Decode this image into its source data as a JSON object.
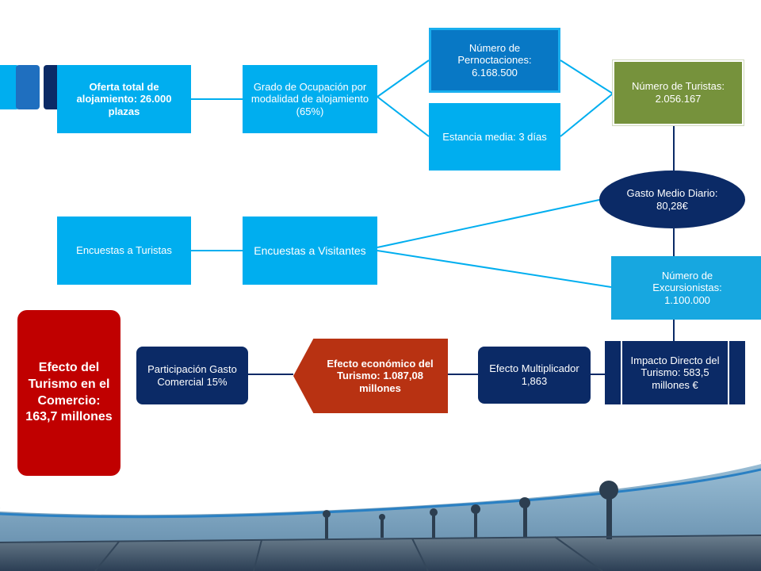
{
  "nodes": {
    "oferta": "Oferta total de alojamiento: 26.000 plazas",
    "ocupacion": "Grado de Ocupación por modalidad de alojamiento (65%)",
    "pernoctaciones": "Número de Pernoctaciones: 6.168.500",
    "estancia": "Estancia media: 3 días",
    "turistas": "Número de Turistas: 2.056.167",
    "gasto": "Gasto Medio Diario: 80,28€",
    "enc_turistas": "Encuestas a Turistas",
    "enc_visitantes": "Encuestas a Visitantes",
    "excursionistas": "Número de Excursionistas: 1.100.000",
    "impacto": "Impacto Directo del Turismo: 583,5 millones €",
    "multiplicador": "Efecto Multiplicador 1,863",
    "economico": "Efecto económico del Turismo: 1.087,08 millones",
    "participacion": "Participación Gasto Comercial 15%",
    "comercio": "Efecto del Turismo en el Comercio: 163,7 millones"
  },
  "colors": {
    "cyan": "#00aeef",
    "green": "#76923c",
    "navy": "#0b2a66",
    "dark_red": "#c00000",
    "orange_red": "#b83212"
  }
}
